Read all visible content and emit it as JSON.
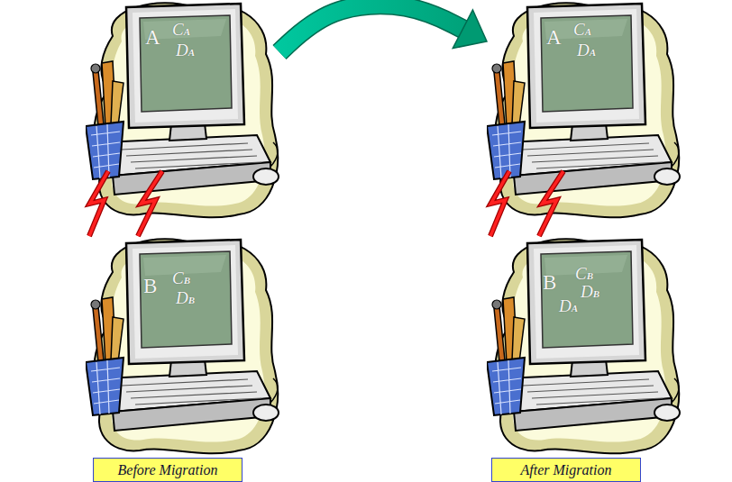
{
  "diagram": {
    "nodes": [
      {
        "text": [
          "A",
          "CA",
          "DA"
        ]
      },
      {
        "text": [
          "A",
          "CA",
          "DA"
        ]
      },
      {
        "text": [
          "B",
          "CB",
          "DB"
        ]
      },
      {
        "text": [
          "B",
          "CB",
          "DB",
          "DA"
        ]
      },
      {
        "text": [
          "Before Migration"
        ]
      },
      {
        "text": [
          "After Migration"
        ]
      }
    ],
    "edges": [
      {
        "from": 0,
        "to": 1,
        "arrow": "to"
      },
      {
        "from": 0,
        "to": 2,
        "arrow": "none"
      },
      {
        "from": 0,
        "to": 2,
        "arrow": "none"
      },
      {
        "from": 1,
        "to": 3,
        "arrow": "none"
      },
      {
        "from": 1,
        "to": 3,
        "arrow": "none"
      }
    ]
  }
}
